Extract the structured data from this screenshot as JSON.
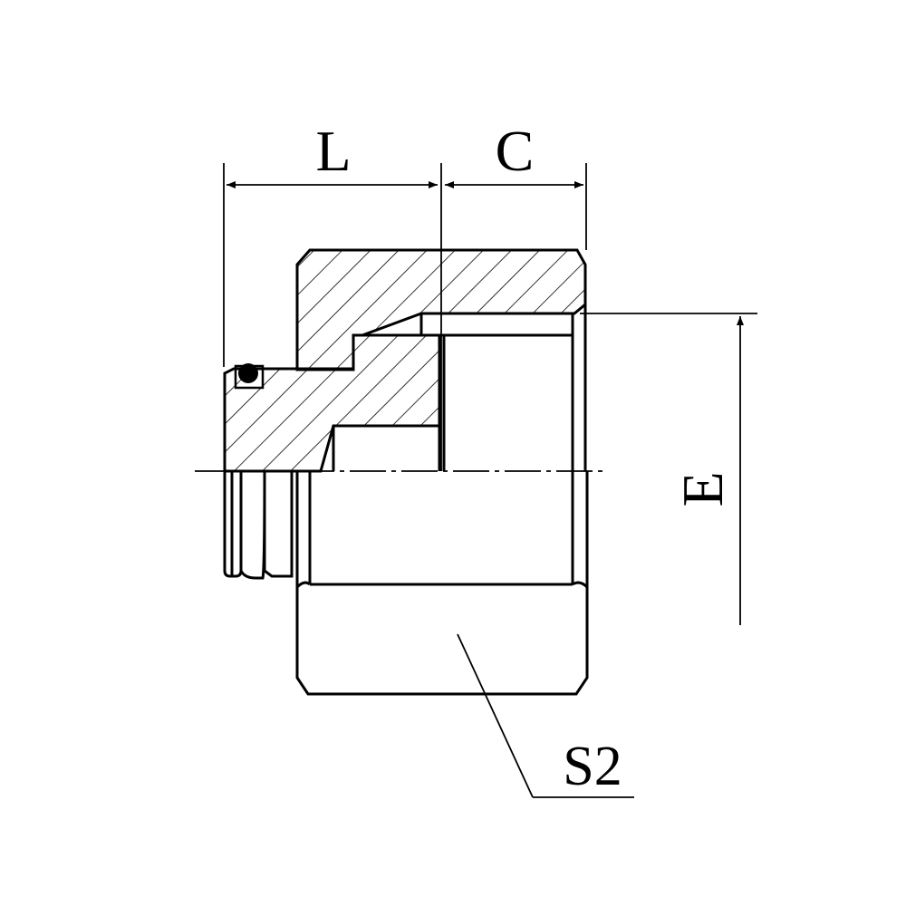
{
  "labels": {
    "dim_l": "L",
    "dim_c": "C",
    "dim_e": "E",
    "callout_s2": "S2"
  },
  "colors": {
    "line": "#000000",
    "background": "#ffffff"
  }
}
